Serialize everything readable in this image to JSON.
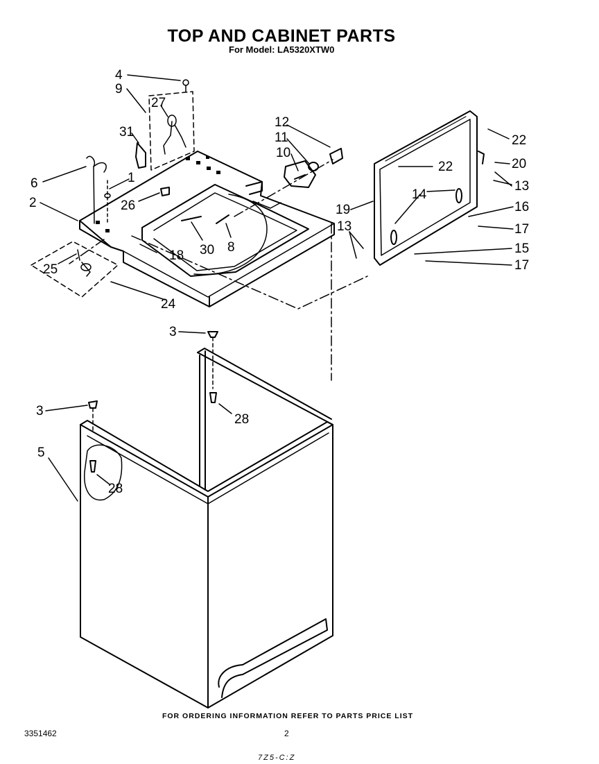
{
  "title": "TOP AND CABINET PARTS",
  "subtitle": "For Model: LA5320XTW0",
  "footer": "FOR ORDERING INFORMATION REFER TO PARTS PRICE LIST",
  "document_number": "3351462",
  "page_number": "2",
  "handwritten_note": "7Z5-C:Z",
  "callouts": [
    "4",
    "9",
    "27",
    "31",
    "6",
    "1",
    "2",
    "26",
    "12",
    "11",
    "10",
    "22",
    "22",
    "20",
    "13",
    "14",
    "19",
    "16",
    "17",
    "13",
    "15",
    "17",
    "25",
    "30",
    "8",
    "18",
    "24",
    "3",
    "3",
    "28",
    "5",
    "28"
  ]
}
